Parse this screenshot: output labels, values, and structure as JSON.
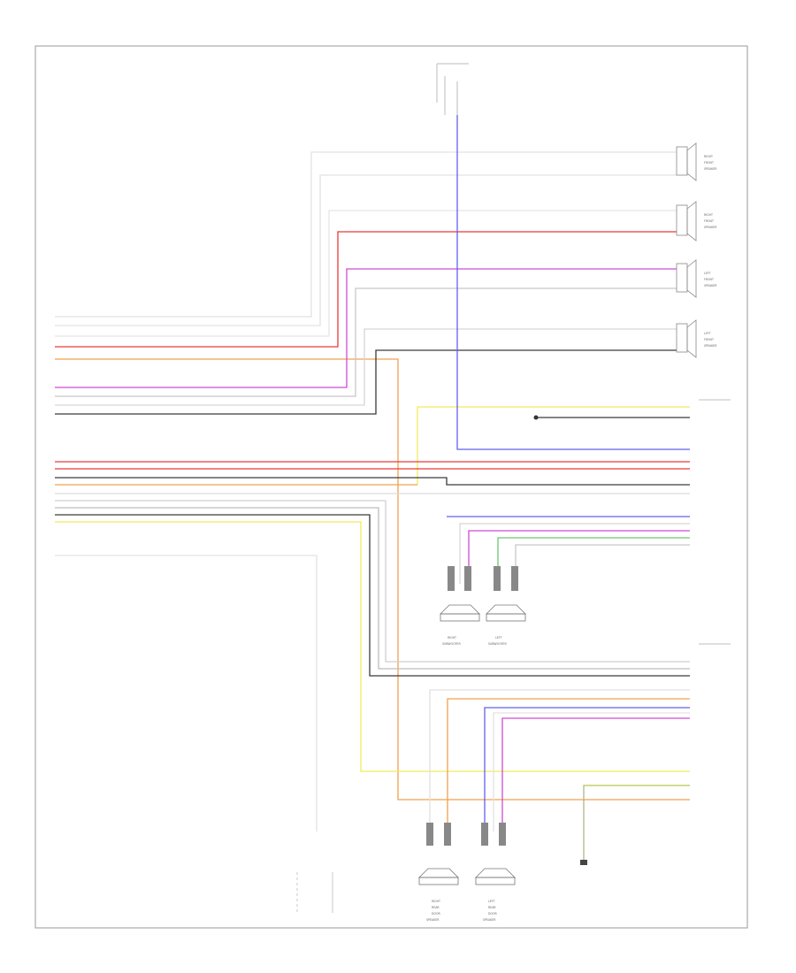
{
  "footer_code": "",
  "top_component": {
    "lines": [
      "",
      "",
      "",
      "",
      ""
    ]
  },
  "speakers": [
    {
      "label_lines": [
        "RIGHT",
        "FRONT",
        "SPEAKER"
      ]
    },
    {
      "label_lines": [
        "RIGHT",
        "FRONT",
        "SPEAKER"
      ]
    },
    {
      "label_lines": [
        "LEFT",
        "FRONT",
        "SPEAKER"
      ]
    },
    {
      "label_lines": [
        "LEFT",
        "FRONT",
        "SPEAKER"
      ]
    }
  ],
  "left_wire_labels": [
    "",
    "",
    "",
    "",
    "",
    "",
    "",
    "",
    "",
    "",
    "",
    "",
    "",
    "",
    "",
    "",
    "",
    "",
    "",
    ""
  ],
  "right_connector_labels": [
    "",
    "",
    "",
    "",
    "",
    "",
    "",
    "",
    "",
    "",
    "",
    "",
    "",
    "",
    "",
    "",
    "",
    "",
    "",
    "",
    "",
    "",
    "",
    ""
  ],
  "subwoofers": [
    {
      "label_lines": [
        "RIGHT",
        "SUBWOOFER"
      ]
    },
    {
      "label_lines": [
        "LEFT",
        "SUBWOOFER"
      ]
    }
  ],
  "rear_speakers": [
    {
      "label_lines": [
        "RIGHT",
        "REAR",
        "DOOR",
        "SPEAKER"
      ]
    },
    {
      "label_lines": [
        "LEFT",
        "REAR",
        "DOOR",
        "SPEAKER"
      ]
    }
  ],
  "colors": {
    "white": "#e2e2e2",
    "gray": "#bdbdbd",
    "red": "#e83a3a",
    "magenta": "#d04ad6",
    "orange": "#f0a050",
    "yellow": "#f2ea5a",
    "blue": "#6060f0",
    "dark": "#3a3a3a",
    "green": "#6fc76f"
  }
}
